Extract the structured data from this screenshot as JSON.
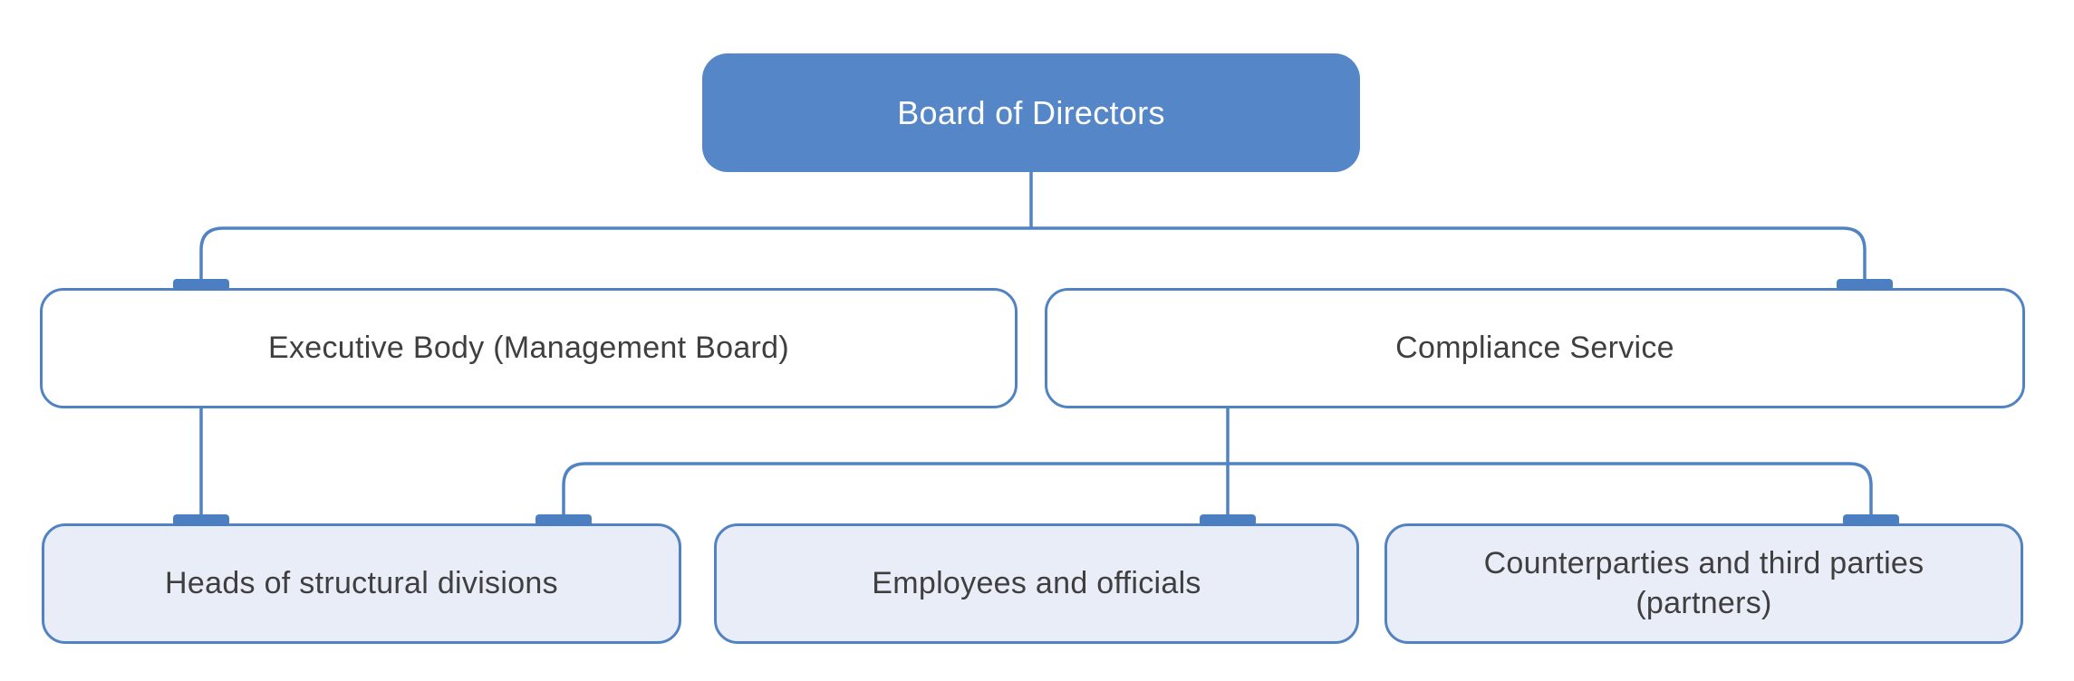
{
  "diagram": {
    "type": "org-chart",
    "title": "",
    "nodes": [
      {
        "id": "board",
        "label": "Board of Directors",
        "level": 1
      },
      {
        "id": "executive",
        "label": "Executive Body (Management Board)",
        "level": 2
      },
      {
        "id": "compliance",
        "label": "Compliance Service",
        "level": 2
      },
      {
        "id": "heads",
        "label": "Heads of structural divisions",
        "level": 3
      },
      {
        "id": "employees",
        "label": "Employees and officials",
        "level": 3
      },
      {
        "id": "counterparties",
        "label": "Counterparties and third parties (partners)",
        "level": 3
      }
    ],
    "edges": [
      {
        "from": "board",
        "to": "executive"
      },
      {
        "from": "board",
        "to": "compliance"
      },
      {
        "from": "executive",
        "to": "heads"
      },
      {
        "from": "compliance",
        "to": "heads"
      },
      {
        "from": "compliance",
        "to": "employees"
      },
      {
        "from": "compliance",
        "to": "counterparties"
      }
    ]
  },
  "theme": {
    "background": "#ffffff",
    "root_fill": "#5486c8",
    "root_text": "#ffffff",
    "box_border": "#5183c3",
    "level2_fill": "#ffffff",
    "level3_fill": "#e9edf8",
    "connector": "#5183c3",
    "tab_fill": "#4c7fc1",
    "text": "#3f3f3f"
  }
}
